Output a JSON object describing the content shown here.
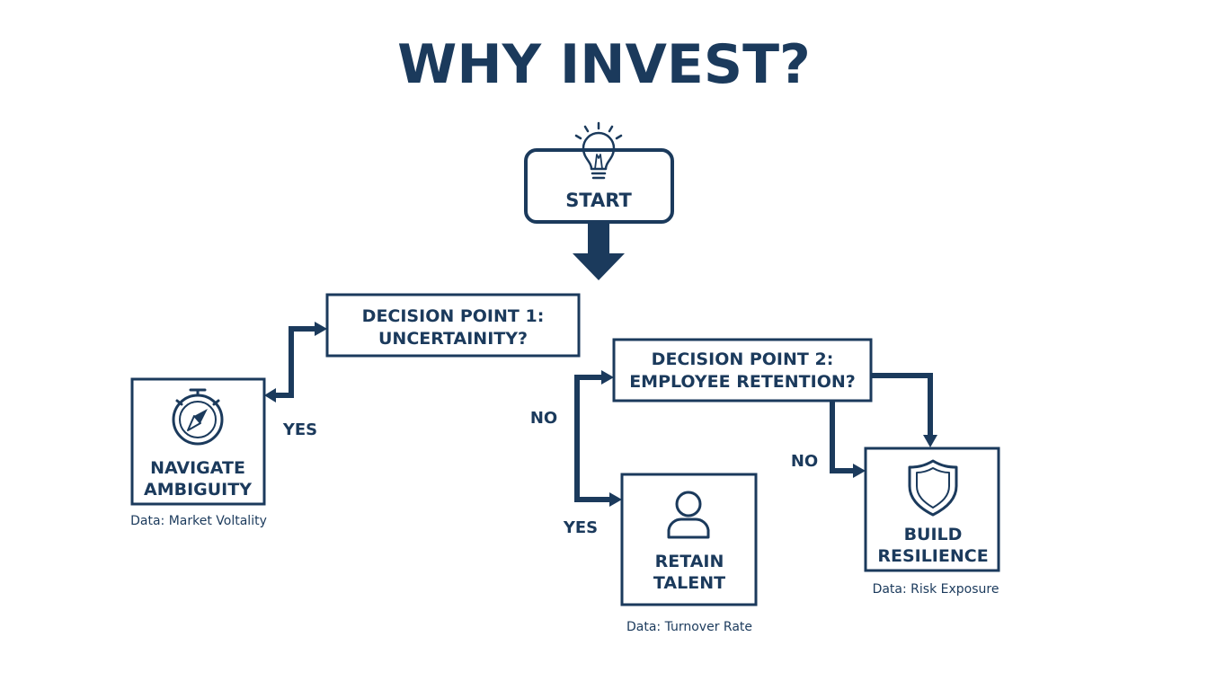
{
  "title": "WHY INVEST?",
  "nodes": {
    "start": {
      "label": "START",
      "icon": "lightbulb-icon"
    },
    "decision1": {
      "line1": "DECISION POINT 1:",
      "line2": "UNCERTAINITY?"
    },
    "decision2": {
      "line1": "DECISION POINT 2:",
      "line2": "EMPLOYEE RETENTION?"
    },
    "navigate": {
      "line1": "NAVIGATE",
      "line2": "AMBIGUITY",
      "icon": "compass-icon",
      "caption": "Data: Market Voltality"
    },
    "retain": {
      "line1": "RETAIN",
      "line2": "TALENT",
      "icon": "person-icon",
      "caption": "Data: Turnover Rate"
    },
    "resilience": {
      "line1": "BUILD",
      "line2": "RESILIENCE",
      "icon": "shield-icon",
      "caption": "Data: Risk Exposure"
    }
  },
  "edge_labels": {
    "d1_yes": "YES",
    "d2_no_left": "NO",
    "d2_yes": "YES",
    "d2_no_right": "NO"
  },
  "colors": {
    "primary": "#1b3a5c",
    "background": "#ffffff"
  }
}
